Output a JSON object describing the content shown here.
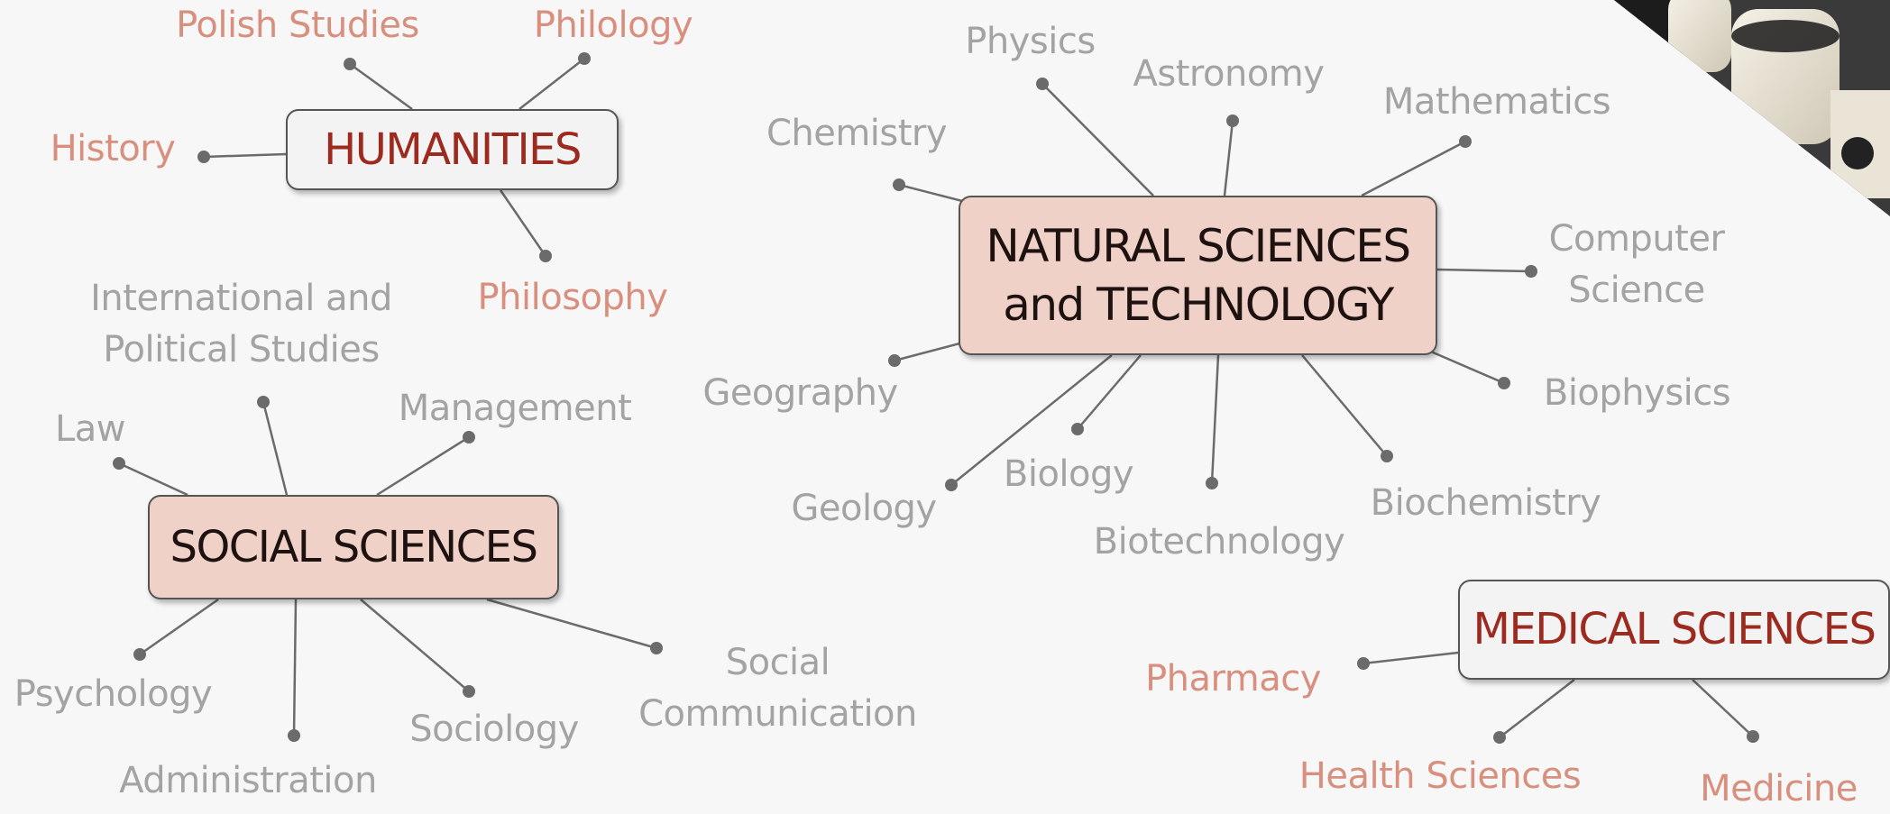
{
  "colors": {
    "background": "#f7f7f7",
    "connector": "#6b6b6b",
    "leaf_gray": "#a3a3a3",
    "leaf_coral": "#d88f7e",
    "hub_light_fill": "#f3f3f3",
    "hub_light_text": "#9c2a1f",
    "hub_pink_fill": "#efd1c8",
    "hub_pink_text": "#1e1210"
  },
  "decoration": {
    "corner_image": "microscope-photo"
  },
  "diagram": {
    "hubs": [
      {
        "id": "humanities",
        "label": "HUMANITIES",
        "style": "light",
        "leaves": [
          {
            "id": "polish-studies",
            "label": "Polish Studies"
          },
          {
            "id": "philology",
            "label": "Philology"
          },
          {
            "id": "history",
            "label": "History"
          },
          {
            "id": "philosophy",
            "label": "Philosophy"
          }
        ]
      },
      {
        "id": "natural-sciences",
        "label": "NATURAL SCIENCES\nand TECHNOLOGY",
        "style": "pink",
        "leaves": [
          {
            "id": "physics",
            "label": "Physics"
          },
          {
            "id": "astronomy",
            "label": "Astronomy"
          },
          {
            "id": "mathematics",
            "label": "Mathematics"
          },
          {
            "id": "chemistry",
            "label": "Chemistry"
          },
          {
            "id": "computer-science",
            "label": "Computer\nScience"
          },
          {
            "id": "geography",
            "label": "Geography"
          },
          {
            "id": "biophysics",
            "label": "Biophysics"
          },
          {
            "id": "biology",
            "label": "Biology"
          },
          {
            "id": "geology",
            "label": "Geology"
          },
          {
            "id": "biotechnology",
            "label": "Biotechnology"
          },
          {
            "id": "biochemistry",
            "label": "Biochemistry"
          }
        ]
      },
      {
        "id": "social-sciences",
        "label": "SOCIAL SCIENCES",
        "style": "pink",
        "leaves": [
          {
            "id": "international-political",
            "label": "International and\nPolitical Studies"
          },
          {
            "id": "law",
            "label": "Law"
          },
          {
            "id": "management",
            "label": "Management"
          },
          {
            "id": "psychology",
            "label": "Psychology"
          },
          {
            "id": "administration",
            "label": "Administration"
          },
          {
            "id": "sociology",
            "label": "Sociology"
          },
          {
            "id": "social-communication",
            "label": "Social\nCommunication"
          }
        ]
      },
      {
        "id": "medical-sciences",
        "label": "MEDICAL SCIENCES",
        "style": "light",
        "leaves": [
          {
            "id": "pharmacy",
            "label": "Pharmacy"
          },
          {
            "id": "health-sciences",
            "label": "Health Sciences"
          },
          {
            "id": "medicine",
            "label": "Medicine"
          }
        ]
      }
    ]
  }
}
